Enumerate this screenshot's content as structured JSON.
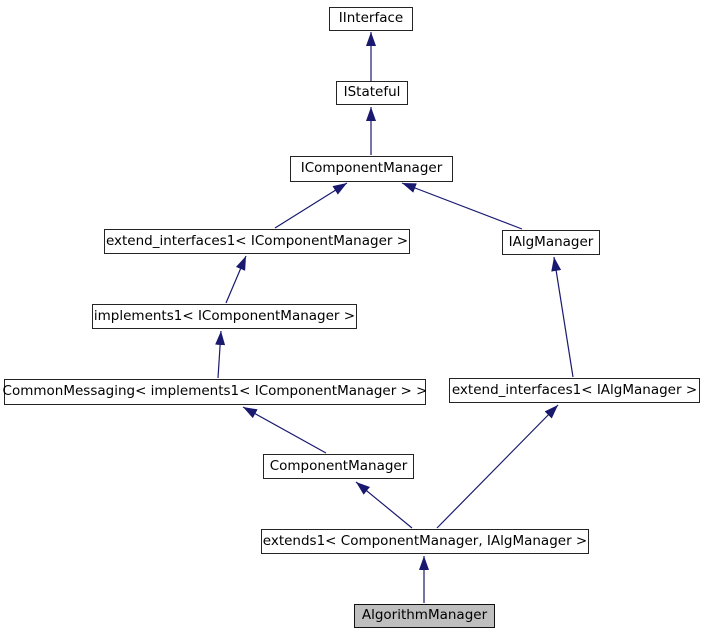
{
  "diagram": {
    "kind": "class-inheritance-graph",
    "nodes": [
      {
        "label": "IInterface",
        "current": false
      },
      {
        "label": "IStateful",
        "current": false
      },
      {
        "label": "IComponentManager",
        "current": false
      },
      {
        "label": "extend_interfaces1< IComponentManager >",
        "current": false
      },
      {
        "label": "IAlgManager",
        "current": false
      },
      {
        "label": "implements1< IComponentManager >",
        "current": false
      },
      {
        "label": "CommonMessaging< implements1< IComponentManager > >",
        "current": false
      },
      {
        "label": "extend_interfaces1< IAlgManager >",
        "current": false
      },
      {
        "label": "ComponentManager",
        "current": false
      },
      {
        "label": "extends1< ComponentManager, IAlgManager >",
        "current": false
      },
      {
        "label": "AlgorithmManager",
        "current": true
      }
    ],
    "edges": [
      {
        "from": "IStateful",
        "to": "IInterface"
      },
      {
        "from": "IComponentManager",
        "to": "IStateful"
      },
      {
        "from": "extend_interfaces1< IComponentManager >",
        "to": "IComponentManager"
      },
      {
        "from": "IAlgManager",
        "to": "IComponentManager"
      },
      {
        "from": "implements1< IComponentManager >",
        "to": "extend_interfaces1< IComponentManager >"
      },
      {
        "from": "CommonMessaging< implements1< IComponentManager > >",
        "to": "implements1< IComponentManager >"
      },
      {
        "from": "extend_interfaces1< IAlgManager >",
        "to": "IAlgManager"
      },
      {
        "from": "ComponentManager",
        "to": "CommonMessaging< implements1< IComponentManager > >"
      },
      {
        "from": "extends1< ComponentManager, IAlgManager >",
        "to": "ComponentManager"
      },
      {
        "from": "extends1< ComponentManager, IAlgManager >",
        "to": "extend_interfaces1< IAlgManager >"
      },
      {
        "from": "AlgorithmManager",
        "to": "extends1< ComponentManager, IAlgManager >"
      }
    ],
    "colors": {
      "edge": "#191970",
      "node_fill": "#ffffff",
      "node_border": "#242424",
      "current_node_fill": "#bfbfbf",
      "background": "#ffffff"
    }
  }
}
